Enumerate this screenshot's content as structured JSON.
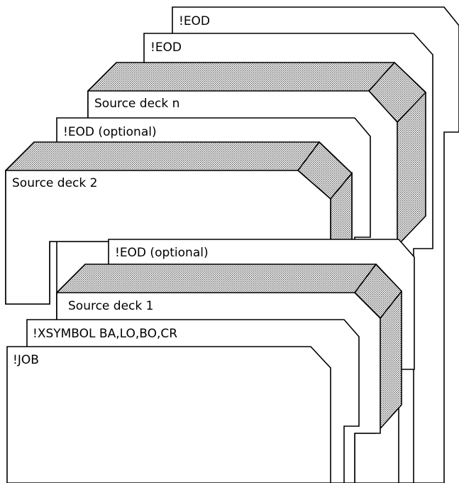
{
  "cards": [
    {
      "id": "eod-top",
      "label": "!EOD"
    },
    {
      "id": "eod-second",
      "label": "!EOD"
    },
    {
      "id": "source-deck-n",
      "label": "Source deck n"
    },
    {
      "id": "eod-optional-upper",
      "label": "!EOD (optional)"
    },
    {
      "id": "source-deck-2",
      "label": "Source deck 2"
    },
    {
      "id": "eod-optional-lower",
      "label": "!EOD (optional)"
    },
    {
      "id": "source-deck-1",
      "label": "Source deck 1"
    },
    {
      "id": "xsymbol",
      "label": "!XSYMBOL BA,LO,BO,CR"
    },
    {
      "id": "job",
      "label": "!JOB"
    }
  ],
  "colors": {
    "line": "#000000",
    "card": "#ffffff",
    "deck_shade": "#b8b8b8"
  }
}
